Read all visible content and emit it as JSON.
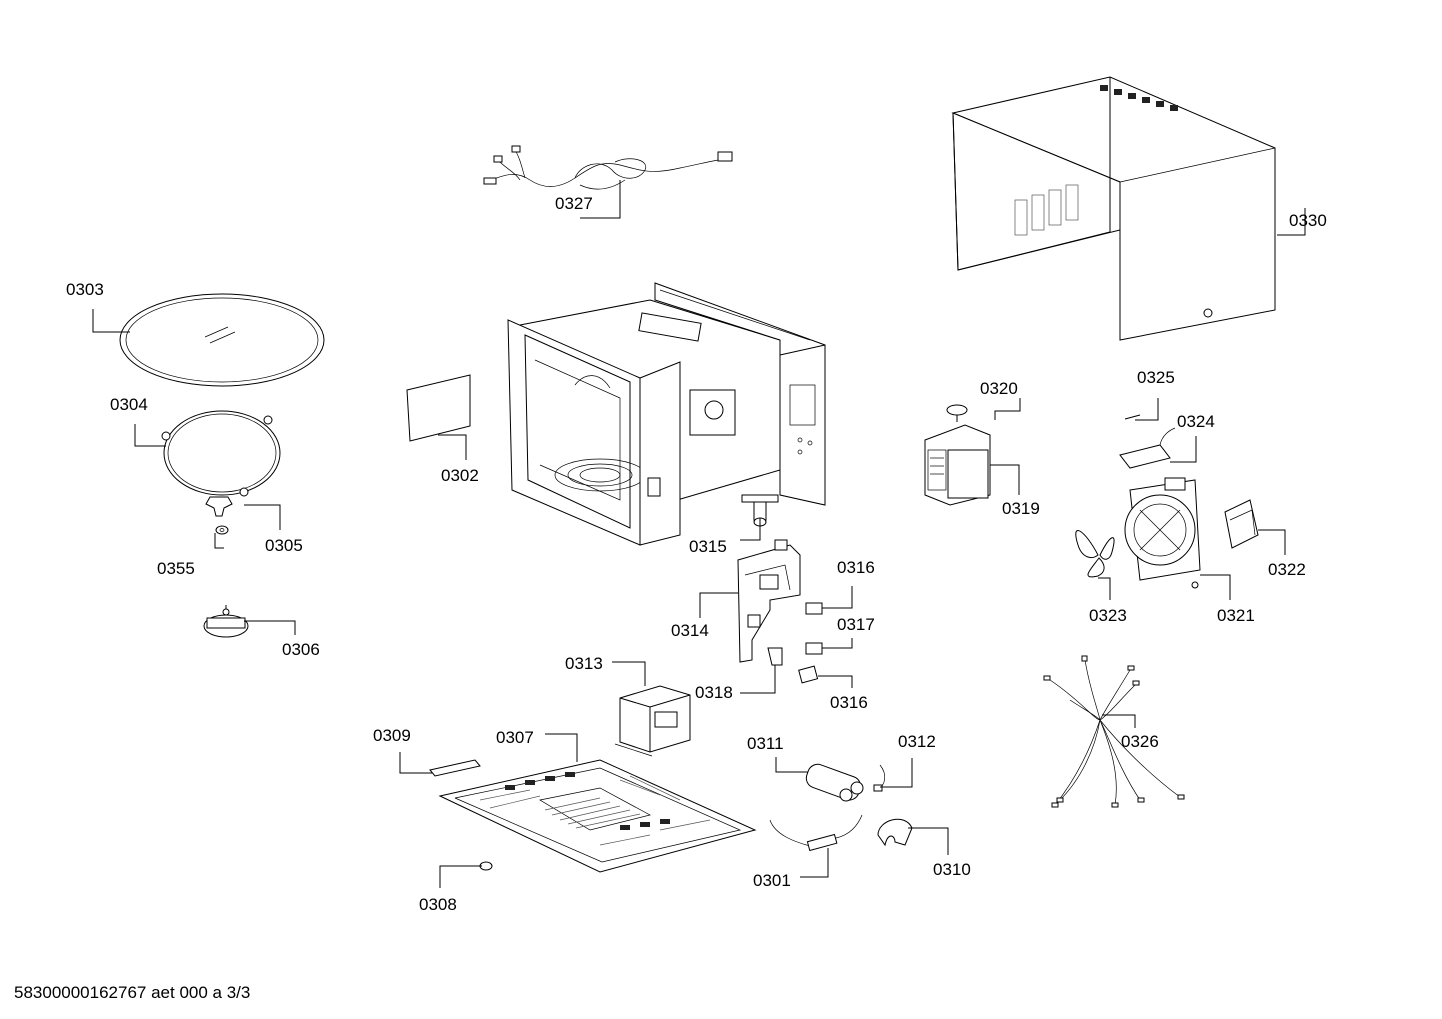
{
  "diagram": {
    "labels": {
      "p0301": "0301",
      "p0302": "0302",
      "p0303": "0303",
      "p0304": "0304",
      "p0305": "0305",
      "p0306": "0306",
      "p0307": "0307",
      "p0308": "0308",
      "p0309": "0309",
      "p0310": "0310",
      "p0311": "0311",
      "p0312": "0312",
      "p0313": "0313",
      "p0314": "0314",
      "p0315": "0315",
      "p0316a": "0316",
      "p0316b": "0316",
      "p0317": "0317",
      "p0318": "0318",
      "p0319": "0319",
      "p0320": "0320",
      "p0321": "0321",
      "p0322": "0322",
      "p0323": "0323",
      "p0324": "0324",
      "p0325": "0325",
      "p0326": "0326",
      "p0327": "0327",
      "p0330": "0330",
      "p0355": "0355"
    },
    "footer": "58300000162767 aet 000 a 3/3"
  }
}
